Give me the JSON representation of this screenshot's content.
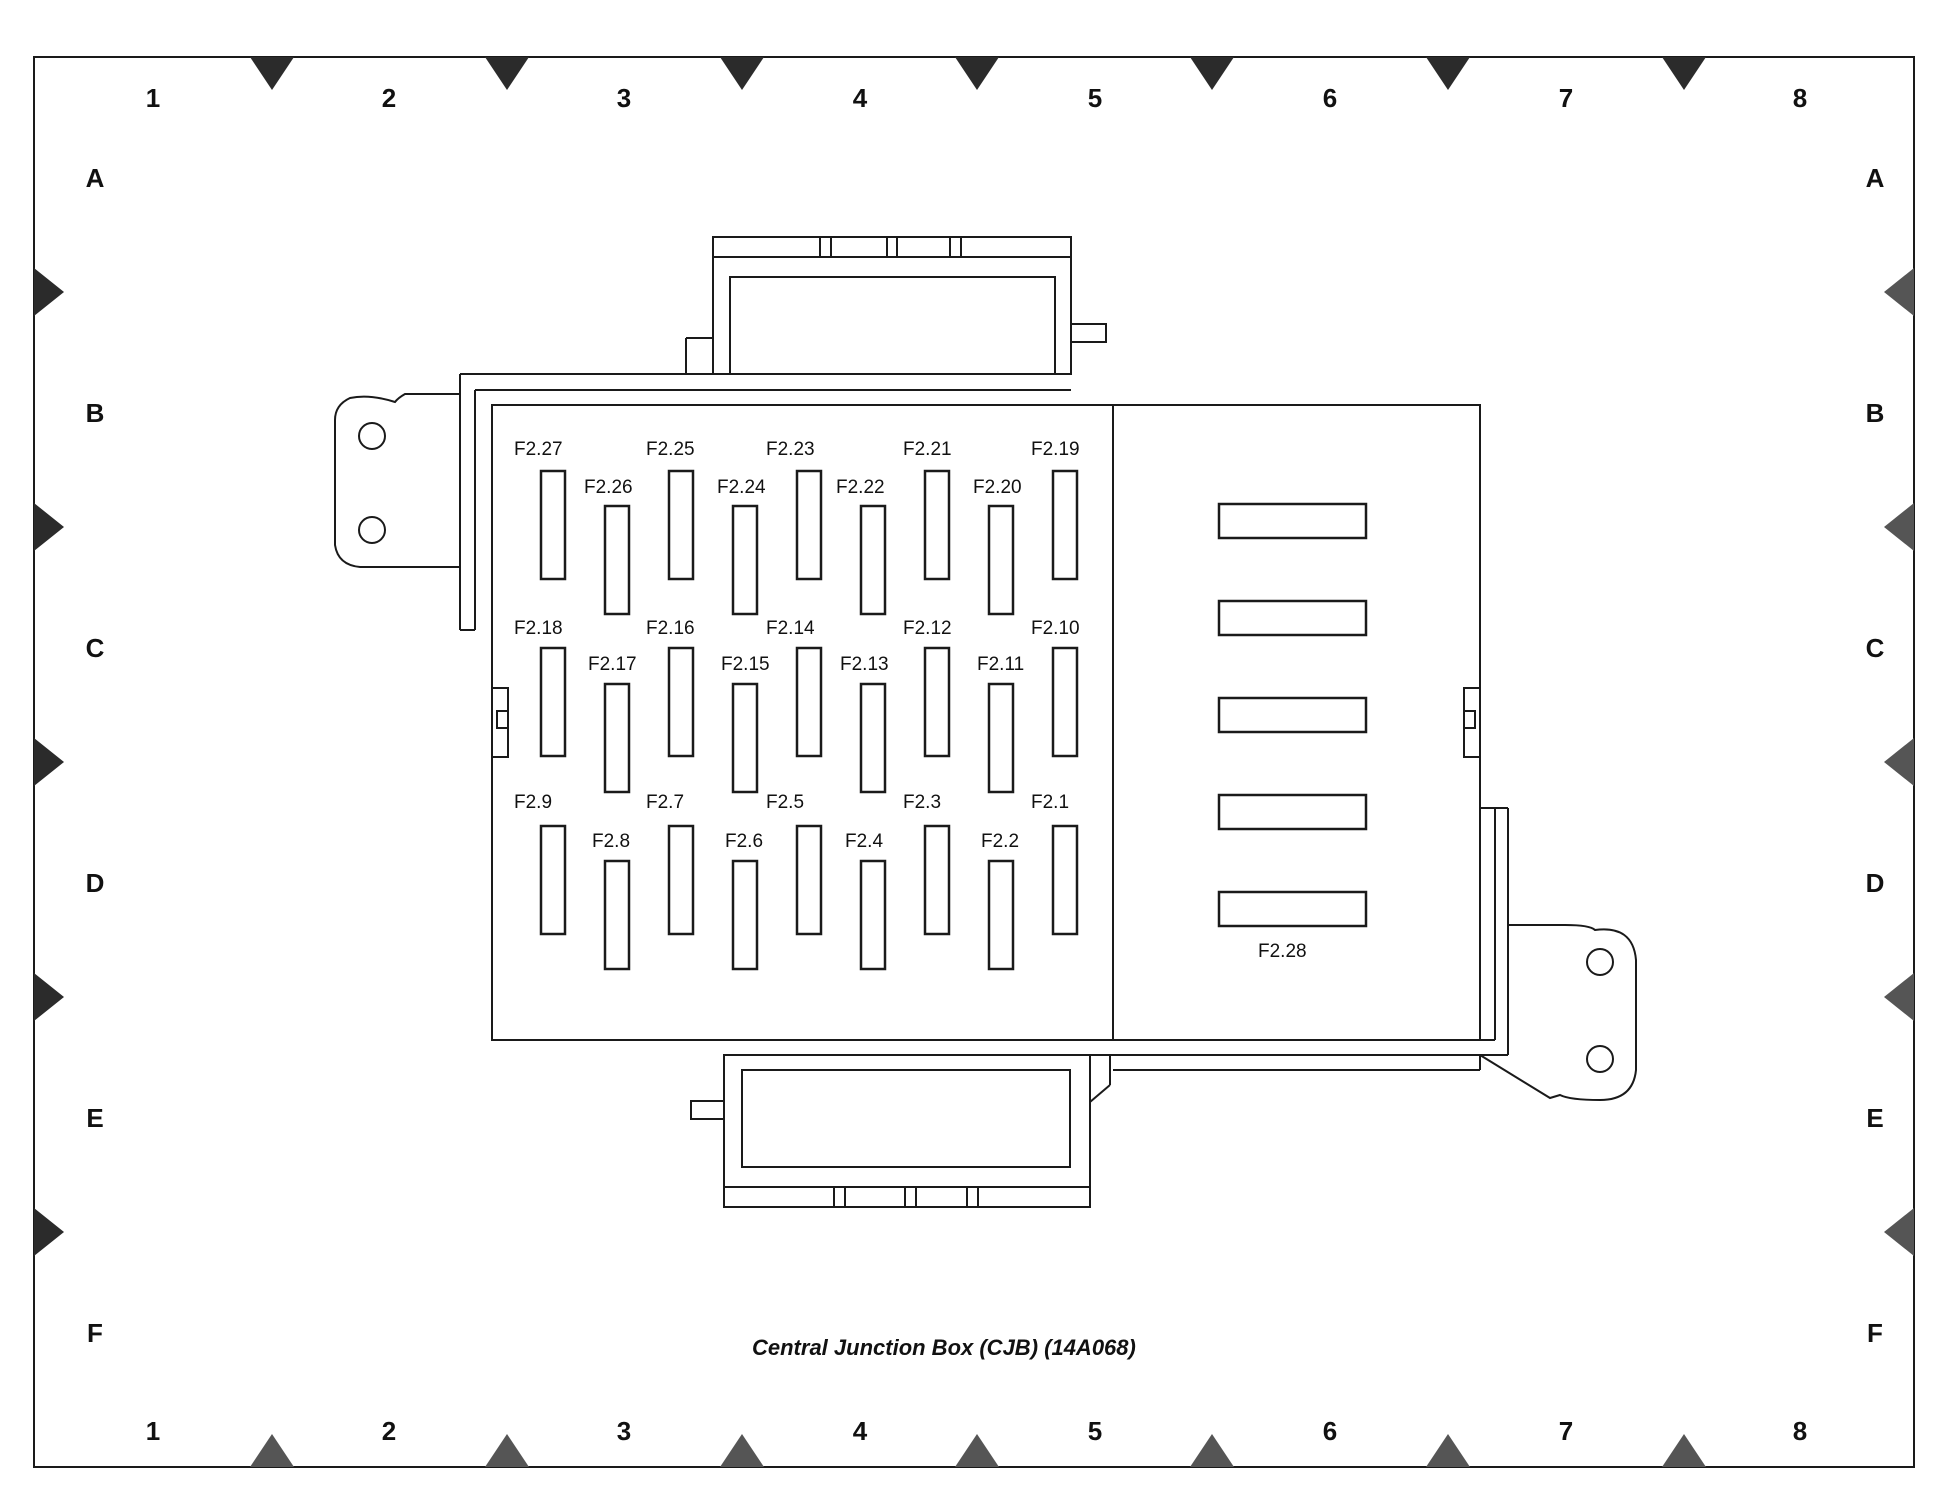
{
  "grid": {
    "columns": [
      "1",
      "2",
      "3",
      "4",
      "5",
      "6",
      "7",
      "8"
    ],
    "rows": [
      "A",
      "B",
      "C",
      "D",
      "E",
      "F"
    ]
  },
  "caption": "Central Junction Box (CJB) (14A068)",
  "fuses": {
    "row1_upper": [
      "F2.27",
      "F2.25",
      "F2.23",
      "F2.21",
      "F2.19"
    ],
    "row1_lower": [
      "F2.26",
      "F2.24",
      "F2.22",
      "F2.20"
    ],
    "row2_upper": [
      "F2.18",
      "F2.16",
      "F2.14",
      "F2.12",
      "F2.10"
    ],
    "row2_lower": [
      "F2.17",
      "F2.15",
      "F2.13",
      "F2.11"
    ],
    "row3_upper": [
      "F2.9",
      "F2.7",
      "F2.5",
      "F2.3",
      "F2.1"
    ],
    "row3_lower": [
      "F2.8",
      "F2.6",
      "F2.4",
      "F2.2"
    ],
    "relay_label": "F2.28"
  }
}
